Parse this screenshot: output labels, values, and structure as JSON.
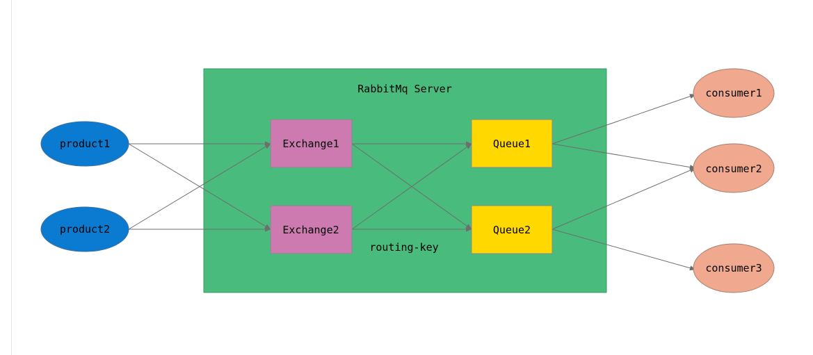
{
  "server": {
    "label": "RabbitMq Server",
    "color": "#48bb7d"
  },
  "routing_key_label": "routing-key",
  "colors": {
    "product": "#0a7bd0",
    "exchange": "#cc7ab0",
    "queue": "#ffd800",
    "consumer": "#f0a98f",
    "edge": "#6e6e6e"
  },
  "nodes": {
    "product1": "product1",
    "product2": "product2",
    "exchange1": "Exchange1",
    "exchange2": "Exchange2",
    "queue1": "Queue1",
    "queue2": "Queue2",
    "consumer1": "consumer1",
    "consumer2": "consumer2",
    "consumer3": "consumer3"
  },
  "edges": [
    [
      "product1",
      "exchange1"
    ],
    [
      "product1",
      "exchange2"
    ],
    [
      "product2",
      "exchange1"
    ],
    [
      "product2",
      "exchange2"
    ],
    [
      "exchange1",
      "queue1"
    ],
    [
      "exchange1",
      "queue2"
    ],
    [
      "exchange2",
      "queue1"
    ],
    [
      "exchange2",
      "queue2"
    ],
    [
      "queue1",
      "consumer1"
    ],
    [
      "queue1",
      "consumer2"
    ],
    [
      "queue2",
      "consumer2"
    ],
    [
      "queue2",
      "consumer3"
    ]
  ]
}
